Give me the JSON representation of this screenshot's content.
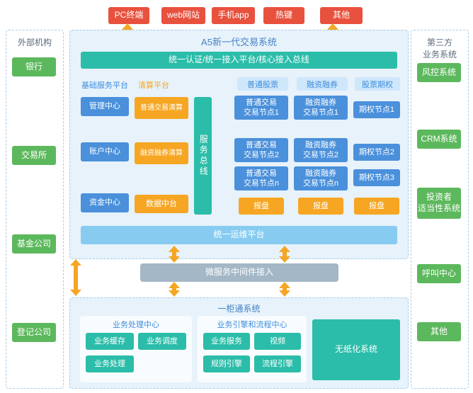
{
  "colors": {
    "terminal_red": "#e8513d",
    "org_green": "#5cb85c",
    "node_blue": "#4a90db",
    "clearing_orange": "#f6a623",
    "bus_teal": "#2bbda9",
    "ops_lightblue": "#87ccf0",
    "middleware_gray": "#a3b7c6",
    "arrow_orange": "#f6a623"
  },
  "terminals": [
    "PC终端",
    "web网站",
    "手机app",
    "热键",
    "其他"
  ],
  "left_panel": {
    "title": "外部机构",
    "items": [
      "银行",
      "交易所",
      "基金公司",
      "登记公司"
    ]
  },
  "right_panel": {
    "title": "第三方\n业务系统",
    "items": [
      "风控系统",
      "CRM系统",
      "投资者\n适当性系统",
      "呼叫中心",
      "其他"
    ]
  },
  "main_system": {
    "title": "A5新一代交易系统",
    "access_bus": "统一认证/统一接入平台/核心接入总线",
    "base_label": "基础服务平台",
    "base_items": [
      "管理中心",
      "账户中心",
      "资金中心"
    ],
    "clearing_label": "清算平台",
    "clearing_items": [
      "普通交易清算",
      "融资融券清算",
      "数据中台"
    ],
    "service_bus": "服务总线",
    "stock_label": "普通股票",
    "stock_nodes": [
      "普通交易\n交易节点1",
      "普通交易\n交易节点2",
      "普通交易\n交易节点n"
    ],
    "stock_quote": "报盘",
    "margin_label": "融资融券",
    "margin_nodes": [
      "融资融券\n交易节点1",
      "融资融券\n交易节点2",
      "融资融券\n交易节点n"
    ],
    "margin_quote": "报盘",
    "option_label": "股票期权",
    "option_nodes": [
      "期权节点1",
      "期权节点2",
      "期权节点3"
    ],
    "option_quote": "报盘",
    "ops_bar": "统一运维平台"
  },
  "middleware": "微服务中间件接入",
  "counter_system": {
    "title": "一柜通系统",
    "process_label": "业务处理中心",
    "process_items": [
      "业务缓存",
      "业务调度",
      "业务处理"
    ],
    "engine_label": "业务引擎和流程中心",
    "engine_items": [
      "业务服务",
      "视频",
      "规则引擎",
      "流程引擎"
    ],
    "paperless": "无纸化系统"
  }
}
